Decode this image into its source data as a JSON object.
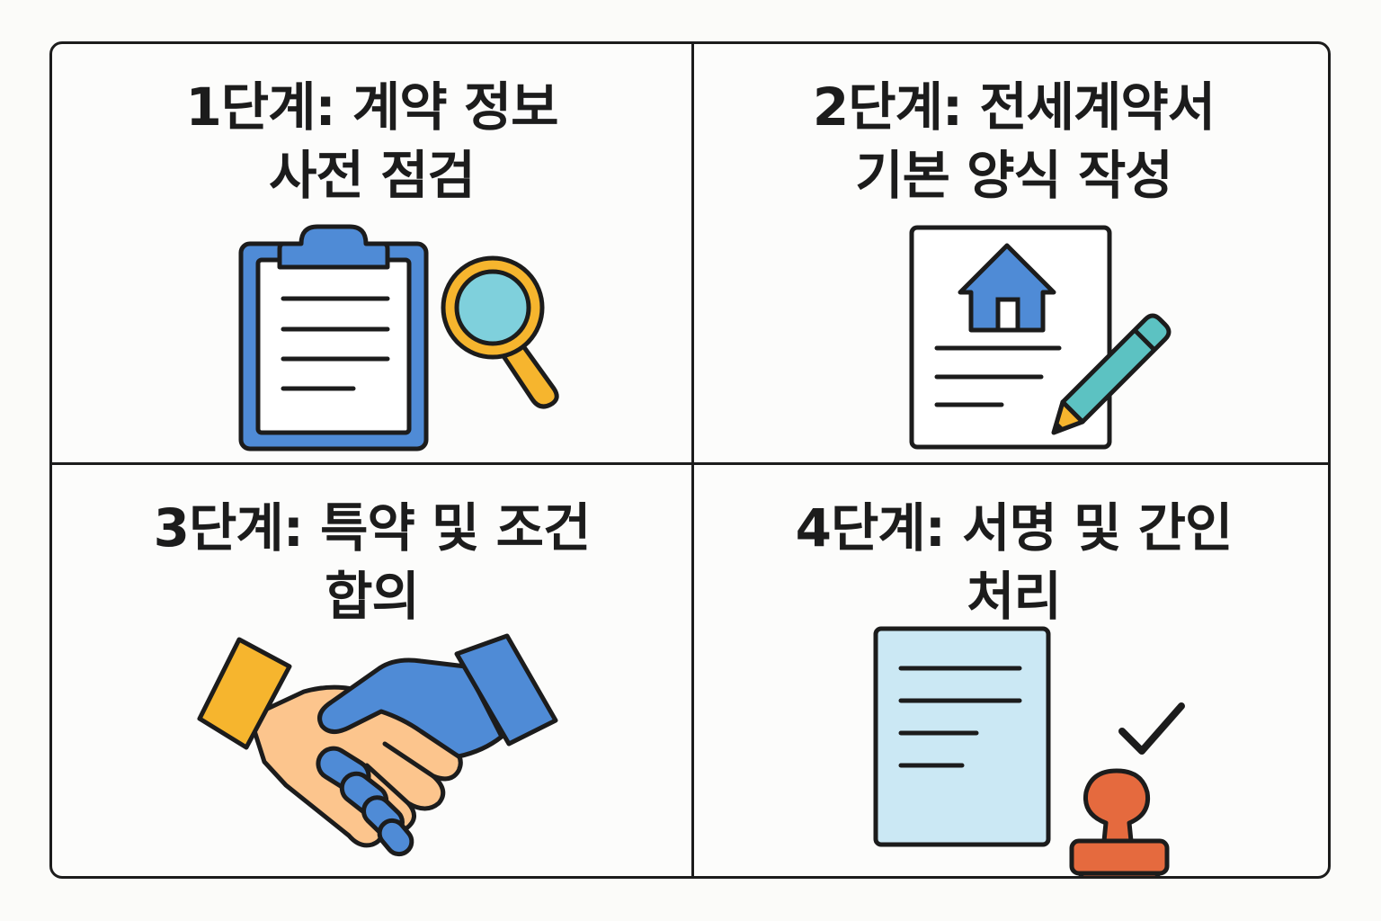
{
  "steps": [
    {
      "title_line1": "1단계: 계약 정보",
      "title_line2": "사전 점검",
      "icons": [
        "clipboard-icon",
        "magnifying-glass-icon"
      ]
    },
    {
      "title_line1": "2단계: 전세계약서",
      "title_line2": "기본 양식 작성",
      "icons": [
        "house-document-icon",
        "pencil-icon"
      ]
    },
    {
      "title_line1": "3단계: 특약 및 조건",
      "title_line2": "합의",
      "icons": [
        "handshake-icon"
      ]
    },
    {
      "title_line1": "4단계: 서명 및 간인",
      "title_line2": "처리",
      "icons": [
        "signed-document-icon",
        "checkmark-icon",
        "stamp-icon"
      ]
    }
  ],
  "colors": {
    "outline": "#1c1c1c",
    "blue": "#4f8bd6",
    "light_blue_fill": "#cbe8f4",
    "lens": "#7fd0dc",
    "orange_yellow": "#f6b52e",
    "skin": "#fcc58d",
    "teal": "#5cc2c2",
    "stamp_orange": "#e56a3e",
    "stamp_dark": "#b85b3a"
  }
}
